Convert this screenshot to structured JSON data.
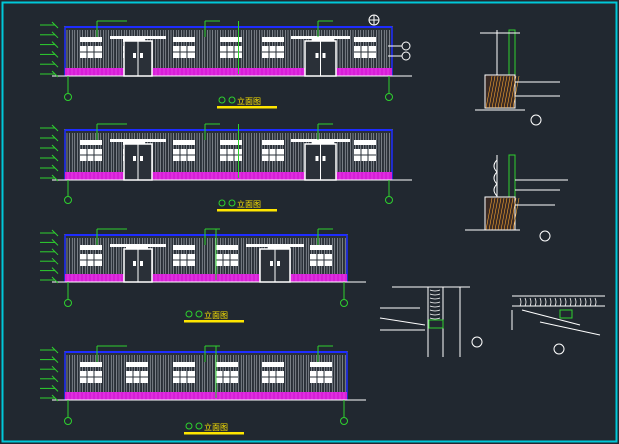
{
  "colors": {
    "background": "#212830",
    "frame": "#00c8d8",
    "roof_edge": "#1e2cff",
    "plinth": "#d81ed8",
    "dim_green": "#2ed12e",
    "title_yellow": "#ffe600",
    "lines": "#ffffff"
  },
  "elevations": [
    {
      "title": "立面图",
      "axis_left": "",
      "axis_right": ""
    },
    {
      "title": "立面图",
      "axis_left": "",
      "axis_right": ""
    },
    {
      "title": "立面图",
      "axis_left": "",
      "axis_right": ""
    },
    {
      "title": "立面图",
      "axis_left": "",
      "axis_right": ""
    }
  ],
  "details": [
    {
      "name": "wall-base-detail-1"
    },
    {
      "name": "wall-base-detail-2"
    },
    {
      "name": "gutter-detail"
    },
    {
      "name": "roof-eave-detail"
    }
  ]
}
